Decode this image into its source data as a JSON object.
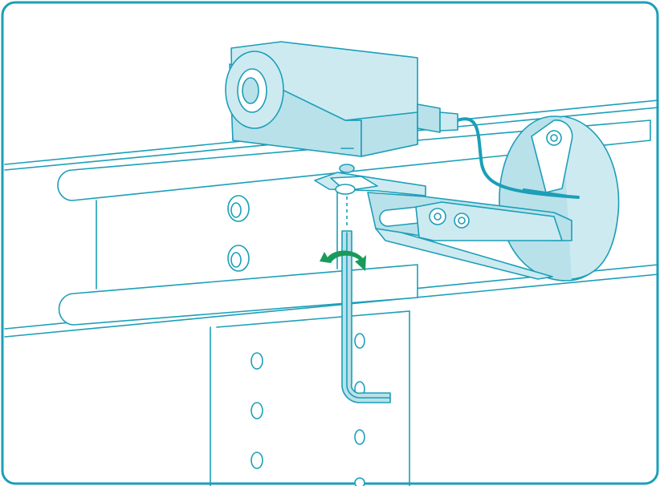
{
  "illustration": {
    "subject": "",
    "colors": {
      "line": "#1b9fb8",
      "fill": "#b9e1ea",
      "fill_light": "#cdeaf1",
      "rotation_arrow": "#1a9a5a",
      "frame_border": "#1b9fb8"
    },
    "icons": [
      "sensor-housing",
      "mounting-bracket",
      "reflector-disc",
      "hex-key",
      "rotation-arrow",
      "rail",
      "upright-post"
    ]
  }
}
